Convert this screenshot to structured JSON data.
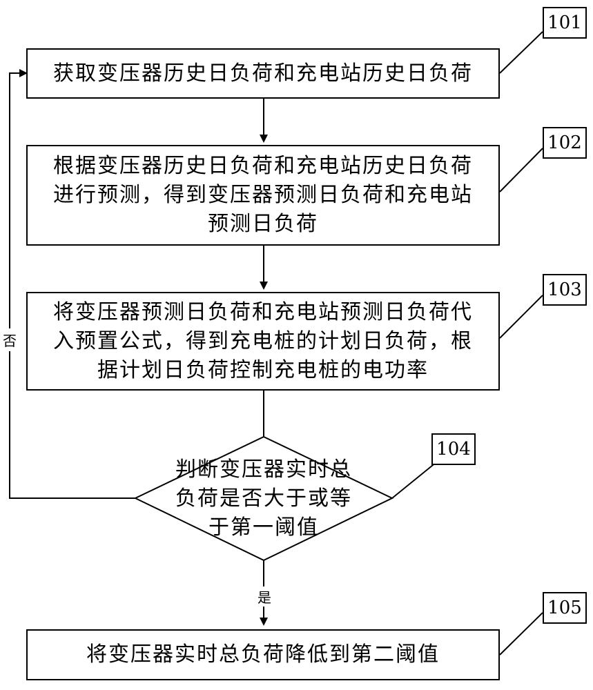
{
  "steps": [
    {
      "id": "101",
      "text": "获取变压器历史日负荷和充电站历史日负荷"
    },
    {
      "id": "102",
      "lines": [
        "根据变压器历史日负荷和充电站历史日负荷",
        "进行预测，得到变压器预测日负荷和充电站",
        "预测日负荷"
      ]
    },
    {
      "id": "103",
      "lines": [
        "将变压器预测日负荷和充电站预测日负荷代",
        "入预置公式，得到充电桩的计划日负荷，根",
        "据计划日负荷控制充电桩的电功率"
      ]
    },
    {
      "id": "104",
      "lines": [
        "判断变压器实时总",
        "负荷是否大于或等",
        "于第一阈值"
      ]
    },
    {
      "id": "105",
      "text": "将变压器实时总负荷降低到第二阈值"
    }
  ],
  "labels": {
    "no": "否",
    "yes": "是"
  }
}
